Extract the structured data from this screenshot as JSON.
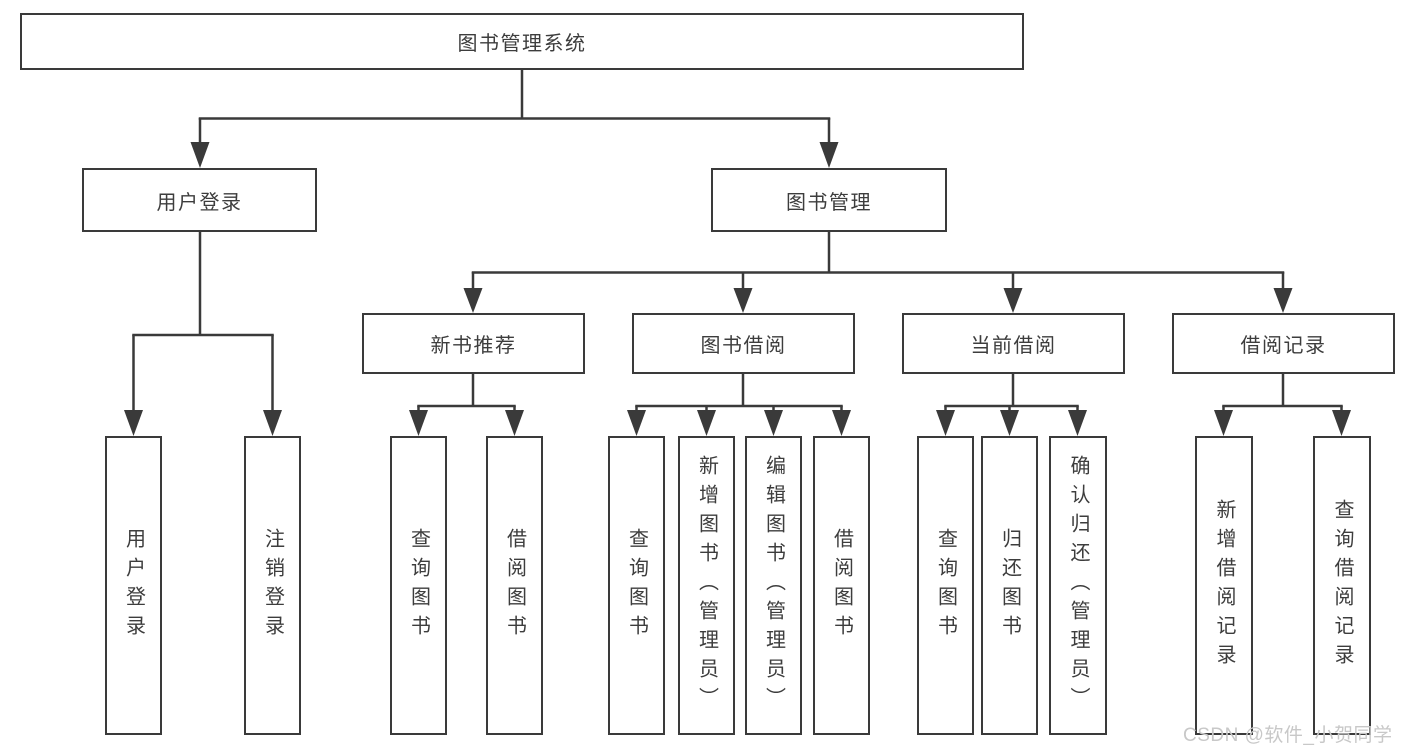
{
  "tree": {
    "label": "图书管理系统",
    "children": [
      {
        "label": "用户登录",
        "children": [
          {
            "label": "用户登录"
          },
          {
            "label": "注销登录"
          }
        ]
      },
      {
        "label": "图书管理",
        "children": [
          {
            "label": "新书推荐",
            "children": [
              {
                "label": "查询图书"
              },
              {
                "label": "借阅图书"
              }
            ]
          },
          {
            "label": "图书借阅",
            "children": [
              {
                "label": "查询图书"
              },
              {
                "label": "新增图书（管理员）"
              },
              {
                "label": "编辑图书（管理员）"
              },
              {
                "label": "借阅图书"
              }
            ]
          },
          {
            "label": "当前借阅",
            "children": [
              {
                "label": "查询图书"
              },
              {
                "label": "归还图书"
              },
              {
                "label": "确认归还（管理员）"
              }
            ]
          },
          {
            "label": "借阅记录",
            "children": [
              {
                "label": "新增借阅记录"
              },
              {
                "label": "查询借阅记录"
              }
            ]
          }
        ]
      }
    ]
  },
  "watermark": {
    "text": "CSDN @软件_小贺同学"
  },
  "colors": {
    "line": "#3a3a3a",
    "box_border": "#3a3a3a",
    "text": "#3d3d3d",
    "watermark": "#c8c8c8",
    "background": "#ffffff"
  }
}
